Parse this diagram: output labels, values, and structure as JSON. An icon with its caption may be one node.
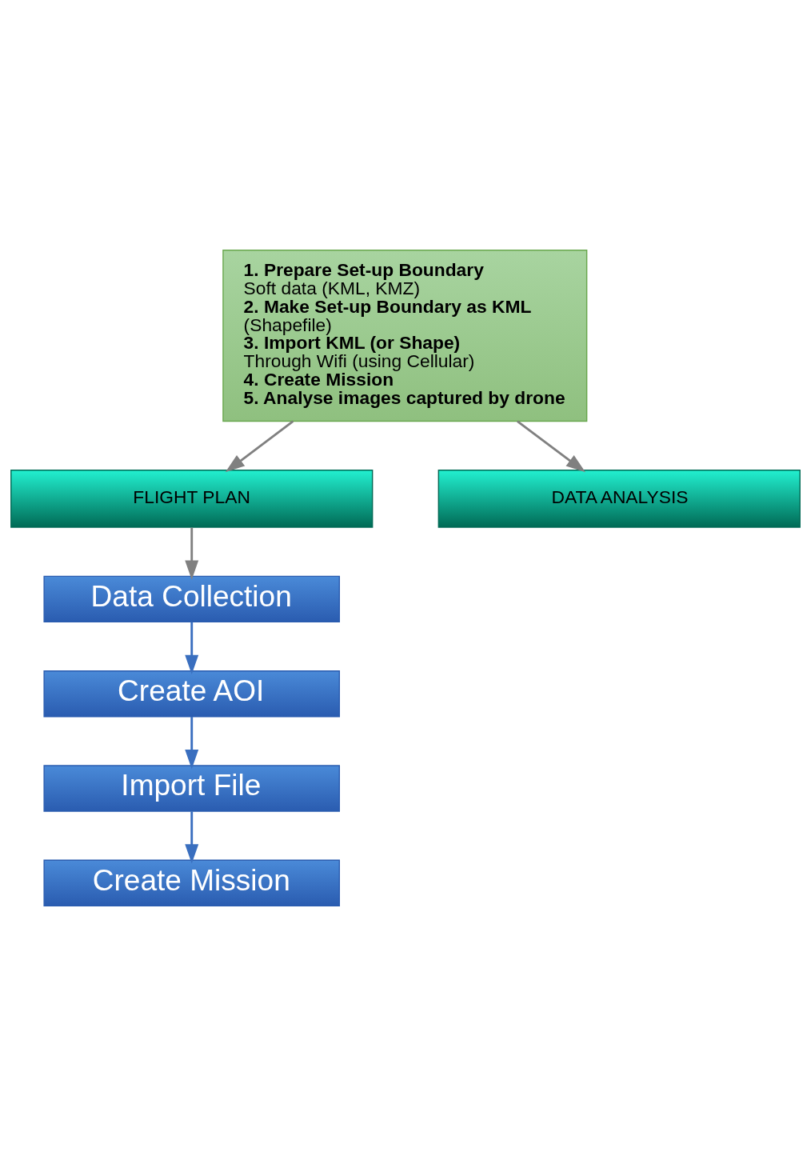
{
  "diagram": {
    "nodes": [
      {
        "text": [
          "1. Prepare Set-up Boundary",
          "Soft data (KML, KMZ)",
          "2. Make Set-up Boundary as KML",
          "(Shapefile)",
          "3. Import KML (or Shape)",
          "Through Wifi (using Cellular)",
          "4. Create Mission",
          "5. Analyse images captured by drone"
        ]
      },
      {
        "text": [
          "FLIGHT PLAN"
        ]
      },
      {
        "text": [
          "DATA ANALYSIS"
        ]
      },
      {
        "text": [
          "Data Collection"
        ]
      },
      {
        "text": [
          "Create AOI"
        ]
      },
      {
        "text": [
          "Import File"
        ]
      },
      {
        "text": [
          "Create Mission"
        ]
      }
    ],
    "edges": [
      {
        "from": 0,
        "to": 1,
        "arrow": "to",
        "color": "#808080"
      },
      {
        "from": 0,
        "to": 2,
        "arrow": "to",
        "color": "#808080"
      },
      {
        "from": 1,
        "to": 3,
        "arrow": "to",
        "color": "#808080"
      },
      {
        "from": 3,
        "to": 4,
        "arrow": "to",
        "color": "#3a6fbf"
      },
      {
        "from": 4,
        "to": 5,
        "arrow": "to",
        "color": "#3a6fbf"
      },
      {
        "from": 5,
        "to": 6,
        "arrow": "to",
        "color": "#3a6fbf"
      }
    ]
  }
}
